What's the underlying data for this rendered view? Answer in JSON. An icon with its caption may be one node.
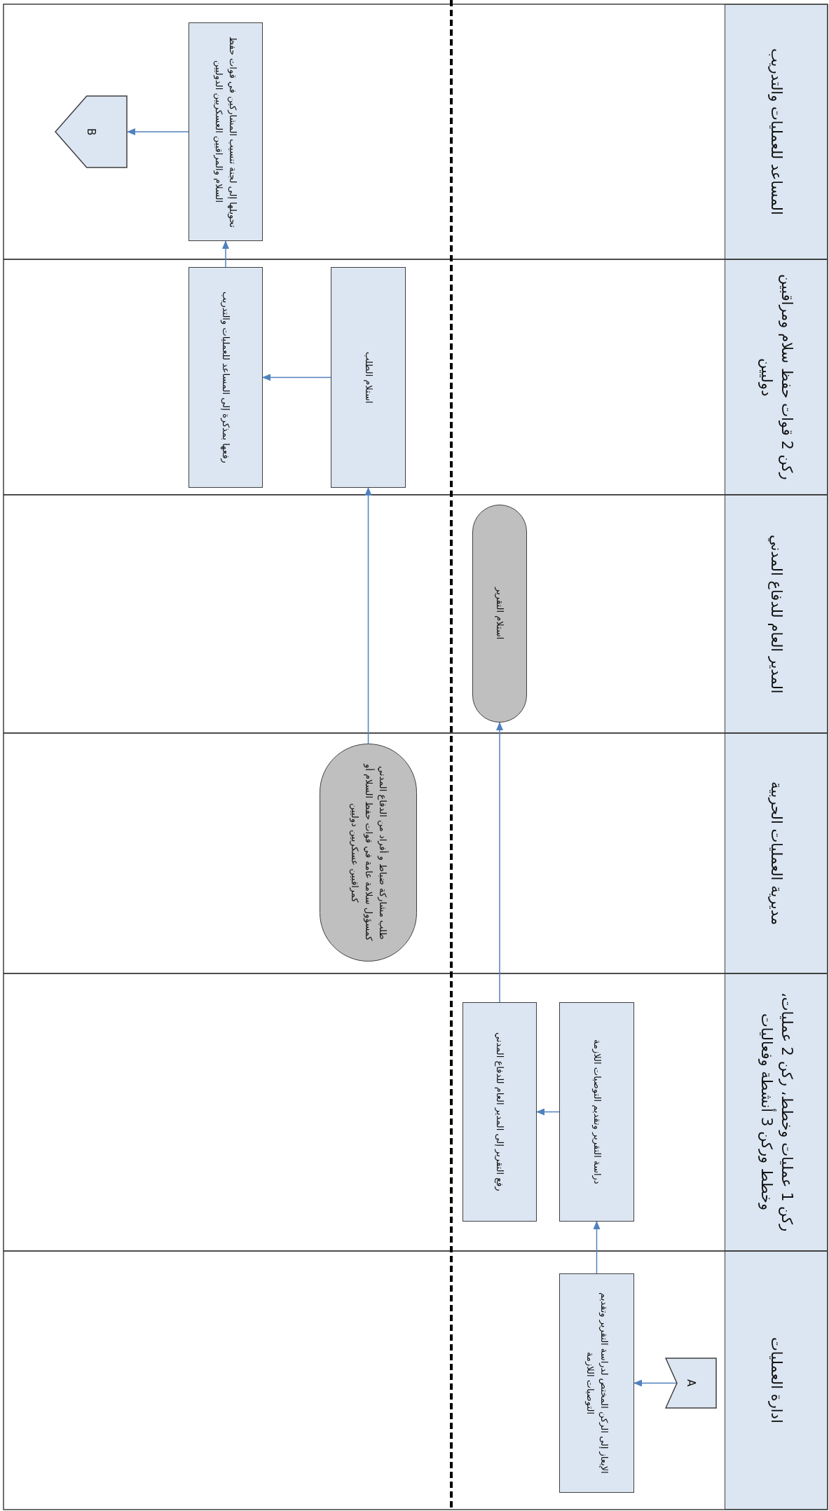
{
  "diagram": {
    "nodes": [
      {
        "text": [
          "المساعد للعمليات والتدريب"
        ]
      },
      {
        "text": [
          "ركن 2 قوات حفظ سلام ومراقبين دوليين"
        ]
      },
      {
        "text": [
          "المدير العام للدفاع المدني"
        ]
      },
      {
        "text": [
          "مديرية العمليات الحربية"
        ]
      },
      {
        "text": [
          "ركن 1 عمليات وخطط، ركن 2 عمليات، وخطط وركن 3 أنشطة وفعاليات"
        ]
      },
      {
        "text": [
          "ادارة العمليات"
        ]
      },
      {
        "text": [
          "B"
        ]
      },
      {
        "text": [
          "تحويلها إلى لجنة تنسيب المشاركين في قوات حفظ السلام والمراقبين العسكريين الدوليين"
        ]
      },
      {
        "text": [
          "رفعها بمذكرة إلى المساعد للعمليات والتدريب"
        ]
      },
      {
        "text": [
          "استلام الطلب"
        ]
      },
      {
        "text": [
          "استلام التقرير"
        ]
      },
      {
        "text": [
          "طلب مشاركة ضباط و أفراد من الدفاع المدني كمسؤول سلامة عامة في قوات حفظ السلام أو كمراقبين عسكريين دوليين"
        ]
      },
      {
        "text": [
          "دراسة التقرير وتقديم التوصيات اللازمة"
        ]
      },
      {
        "text": [
          "رفع التقرير إلى المدير العام للدفاع المدني"
        ]
      },
      {
        "text": [
          "الإيعاز إلى الركن المختص لدراسة التقرير وتقديم التوصيات اللازمة"
        ]
      },
      {
        "text": [
          "A"
        ]
      }
    ],
    "edges": [
      {
        "from": 15,
        "to": 14,
        "arrow": "to"
      },
      {
        "from": 14,
        "to": 12,
        "arrow": "to"
      },
      {
        "from": 12,
        "to": 13,
        "arrow": "to"
      },
      {
        "from": 13,
        "to": 10,
        "arrow": "to"
      },
      {
        "from": 11,
        "to": 9,
        "arrow": "to"
      },
      {
        "from": 9,
        "to": 8,
        "arrow": "to"
      },
      {
        "from": 8,
        "to": 7,
        "arrow": "to"
      },
      {
        "from": 7,
        "to": 6,
        "arrow": "to"
      }
    ]
  }
}
